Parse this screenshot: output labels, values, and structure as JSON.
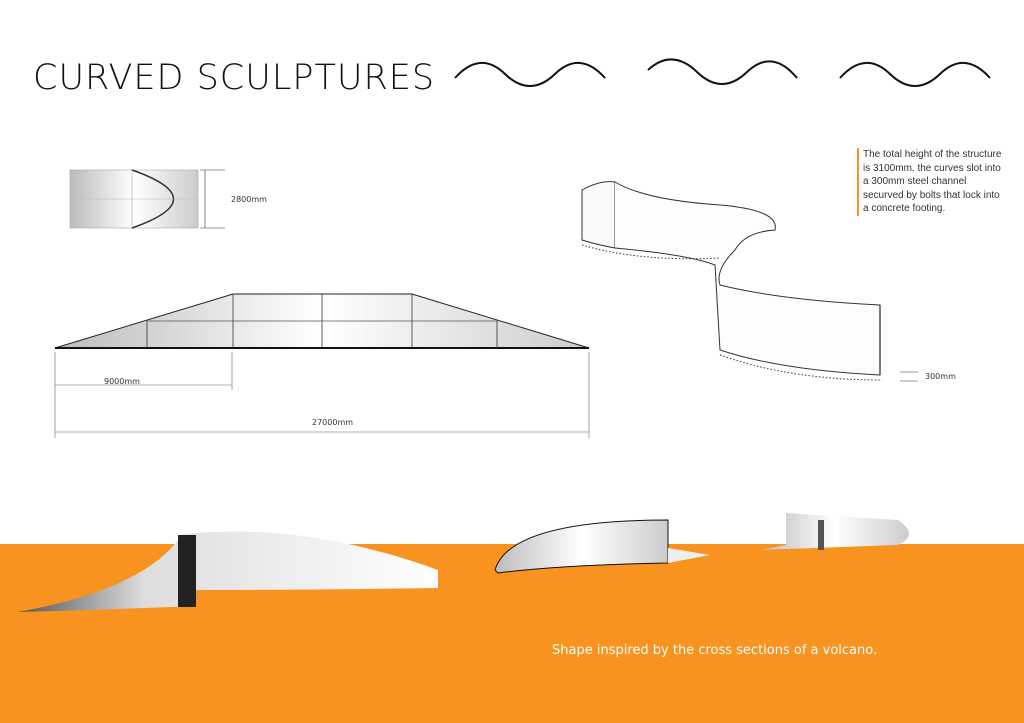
{
  "title": "CURVED SCULPTURES",
  "dimensions": {
    "height": "2800mm",
    "segment": "9000mm",
    "total": "27000mm",
    "channel": "300mm"
  },
  "note": "The total height of the structure is 3100mm. the curves slot into a 300mm steel channel securved by bolts that lock into a concrete footing.",
  "caption": "Shape inspired by the cross sections of a volcano.",
  "colors": {
    "accent": "#f7931e"
  }
}
